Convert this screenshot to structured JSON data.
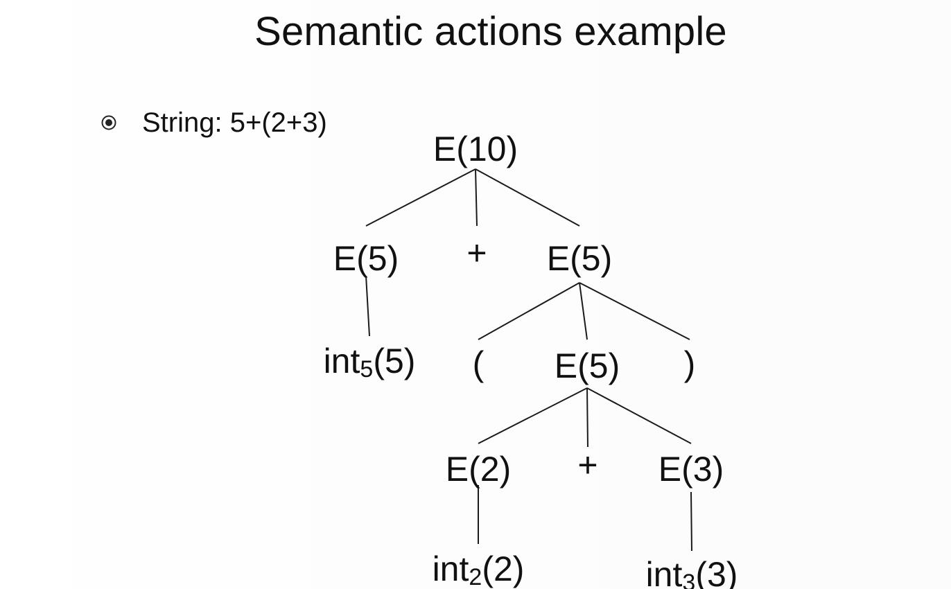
{
  "slide": {
    "title": "Semantic actions example",
    "bullet_text": "String: 5+(2+3)"
  },
  "tree": {
    "nodes": [
      {
        "id": "root",
        "label": "E(10)"
      },
      {
        "id": "e_left",
        "label": "E(5)"
      },
      {
        "id": "plus_top",
        "label": "+"
      },
      {
        "id": "e_right",
        "label": "E(5)"
      },
      {
        "id": "int5",
        "label": "int",
        "sub": "5",
        "suffix": "(5)"
      },
      {
        "id": "lparen",
        "label": "("
      },
      {
        "id": "e_mid",
        "label": "E(5)"
      },
      {
        "id": "rparen",
        "label": ")"
      },
      {
        "id": "e2",
        "label": "E(2)"
      },
      {
        "id": "plus_low",
        "label": "+"
      },
      {
        "id": "e3",
        "label": "E(3)"
      },
      {
        "id": "int2",
        "label": "int",
        "sub": "2",
        "suffix": "(2)"
      },
      {
        "id": "int3",
        "label": "int",
        "sub": "3",
        "suffix": "(3)"
      }
    ],
    "edges": [
      [
        "root",
        "e_left"
      ],
      [
        "root",
        "plus_top"
      ],
      [
        "root",
        "e_right"
      ],
      [
        "e_left",
        "int5"
      ],
      [
        "e_right",
        "lparen"
      ],
      [
        "e_right",
        "e_mid"
      ],
      [
        "e_right",
        "rparen"
      ],
      [
        "e_mid",
        "e2"
      ],
      [
        "e_mid",
        "plus_low"
      ],
      [
        "e_mid",
        "e3"
      ],
      [
        "e2",
        "int2"
      ],
      [
        "e3",
        "int3"
      ]
    ]
  }
}
